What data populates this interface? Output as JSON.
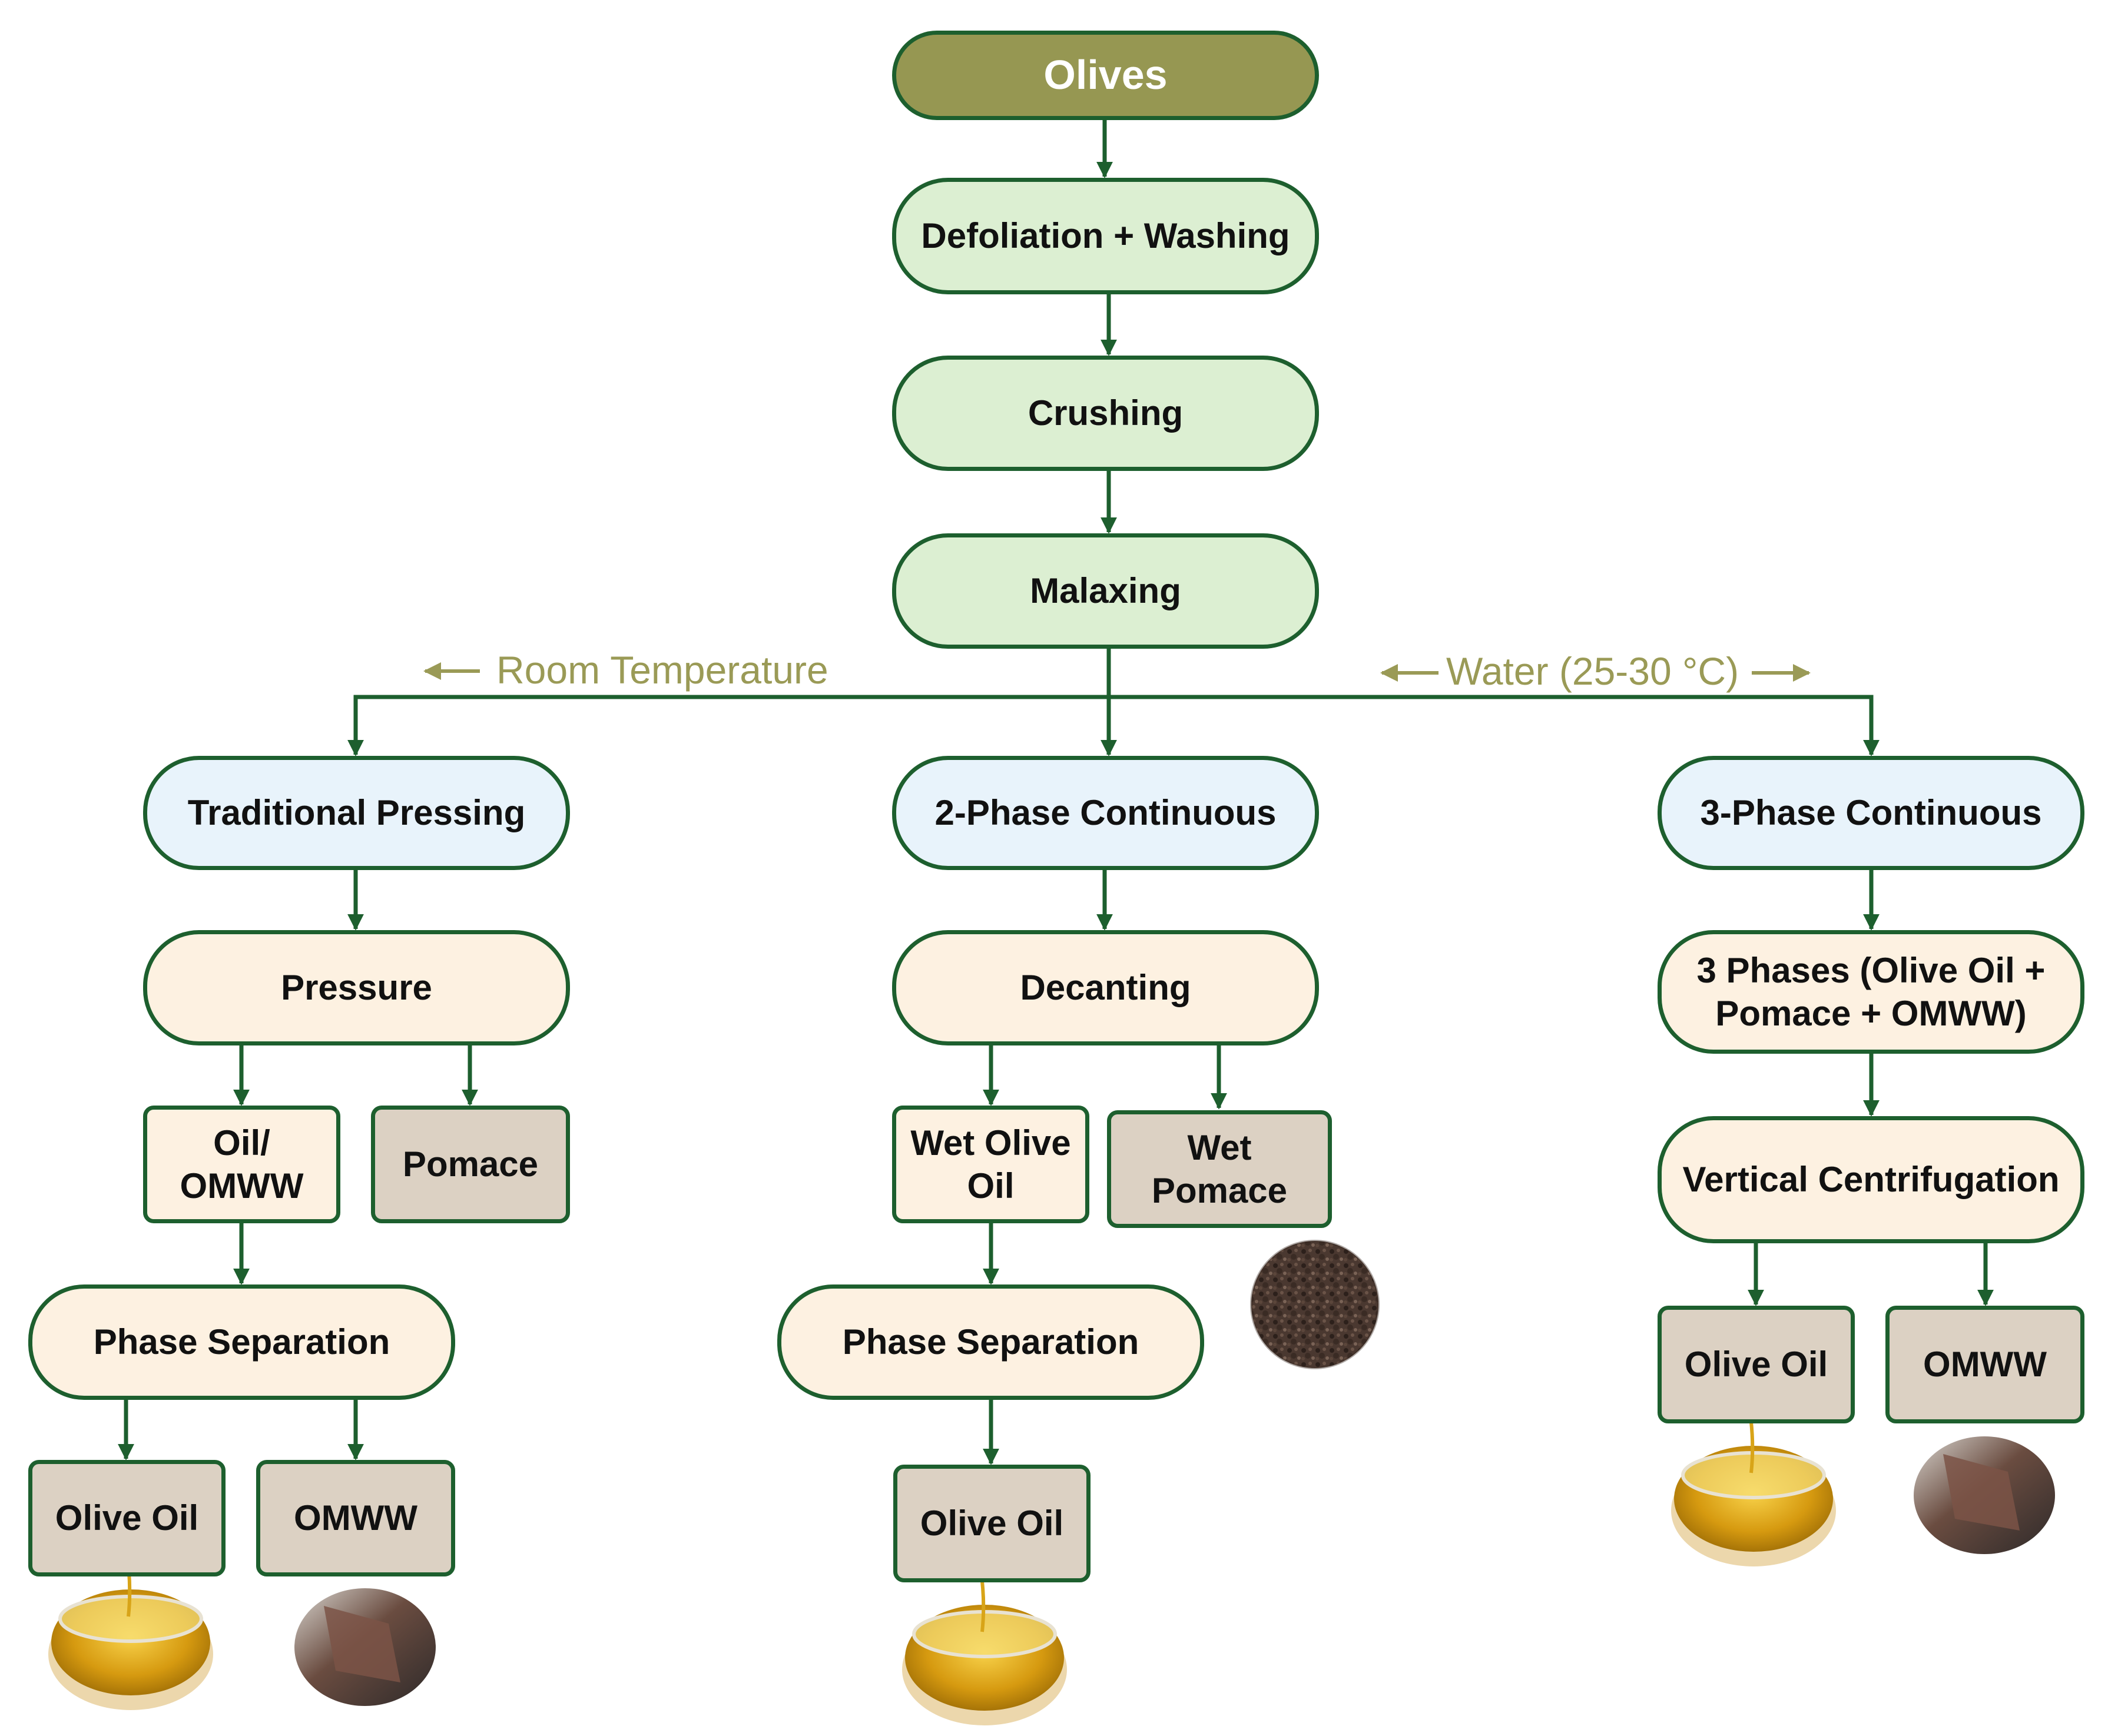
{
  "nodes": {
    "olives": "Olives",
    "defoliation": "Defoliation + Washing",
    "crushing": "Crushing",
    "malaxing": "Malaxing",
    "traditional": "Traditional Pressing",
    "two_phase": "2-Phase Continuous",
    "three_phase": "3-Phase Continuous",
    "pressure": "Pressure",
    "decanting": "Decanting",
    "three_phases_line1": "3 Phases (Olive Oil +",
    "three_phases_line2": "Pomace + OMWW)",
    "oil_omww_line1": "Oil/",
    "oil_omww_line2": "OMWW",
    "pomace": "Pomace",
    "wet_olive_oil_line1": "Wet Olive",
    "wet_olive_oil_line2": "Oil",
    "wet_pomace_line1": "Wet",
    "wet_pomace_line2": "Pomace",
    "vertical_centrifugation": "Vertical Centrifugation",
    "phase_separation_left": "Phase Separation",
    "phase_separation_middle": "Phase Separation",
    "olive_oil_left": "Olive Oil",
    "omww_left": "OMWW",
    "olive_oil_middle": "Olive Oil",
    "olive_oil_right": "Olive Oil",
    "omww_right": "OMWW"
  },
  "annotations": {
    "room_temperature": "Room Temperature",
    "water": "Water (25-30 °C)"
  },
  "pictures": {
    "oil_bowl": "olive-oil-bowl-icon",
    "omww": "wastewater-pipe-icon",
    "pomace": "wet-pomace-pile-icon"
  },
  "colors": {
    "stroke": "#1d5f2e",
    "olives_fill": "#969752",
    "preparation_fill": "#dcefd2",
    "method_fill": "#e8f3fb",
    "process_fill": "#fdf1e1",
    "product_fill": "#dcd1c3",
    "annotation_text": "#9a9a56"
  }
}
